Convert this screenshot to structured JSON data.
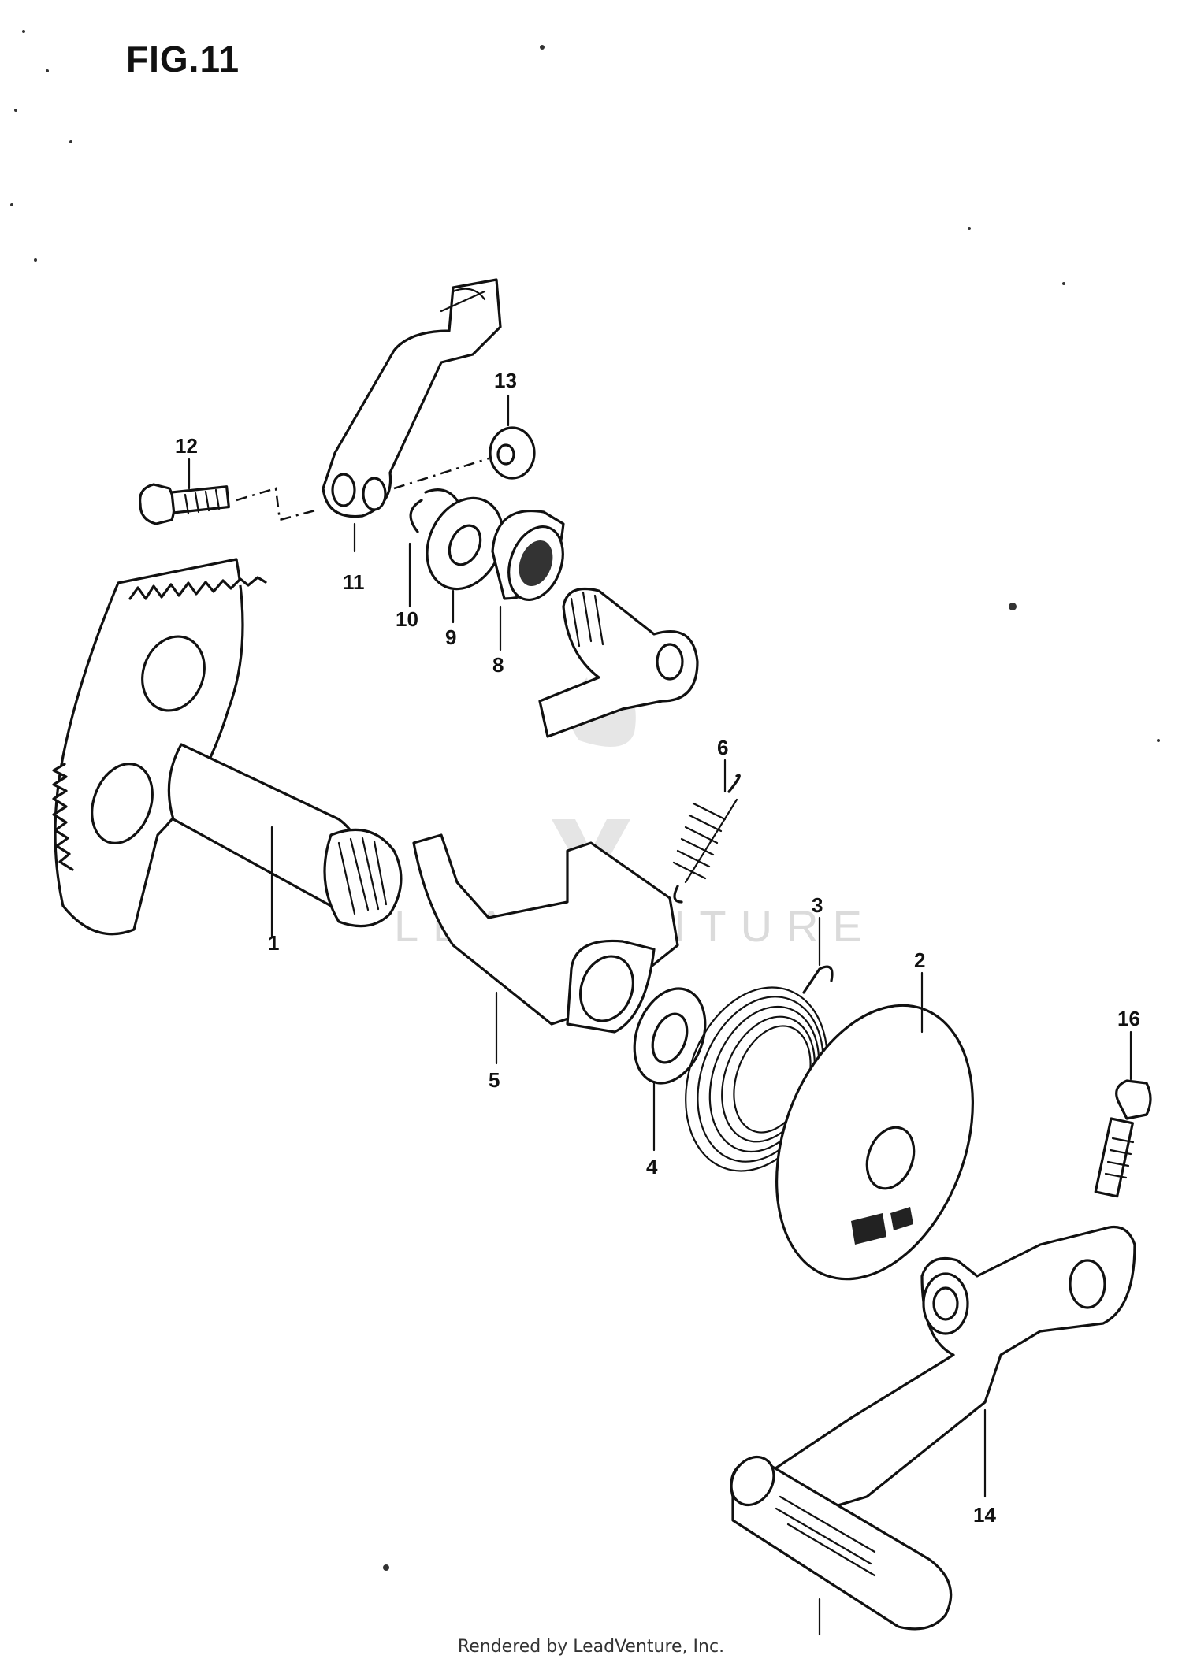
{
  "figure": {
    "title": "FIG.11"
  },
  "callouts": [
    {
      "id": "1",
      "label": "1"
    },
    {
      "id": "2",
      "label": "2"
    },
    {
      "id": "3",
      "label": "3"
    },
    {
      "id": "4",
      "label": "4"
    },
    {
      "id": "5",
      "label": "5"
    },
    {
      "id": "6",
      "label": "6"
    },
    {
      "id": "8",
      "label": "8"
    },
    {
      "id": "9",
      "label": "9"
    },
    {
      "id": "10",
      "label": "10"
    },
    {
      "id": "11",
      "label": "11"
    },
    {
      "id": "12",
      "label": "12"
    },
    {
      "id": "13",
      "label": "13"
    },
    {
      "id": "14",
      "label": "14"
    },
    {
      "id": "16",
      "label": "16"
    }
  ],
  "watermark": {
    "text": "LEADVENTURE"
  },
  "footer": {
    "text": "Rendered by LeadVenture, Inc."
  }
}
